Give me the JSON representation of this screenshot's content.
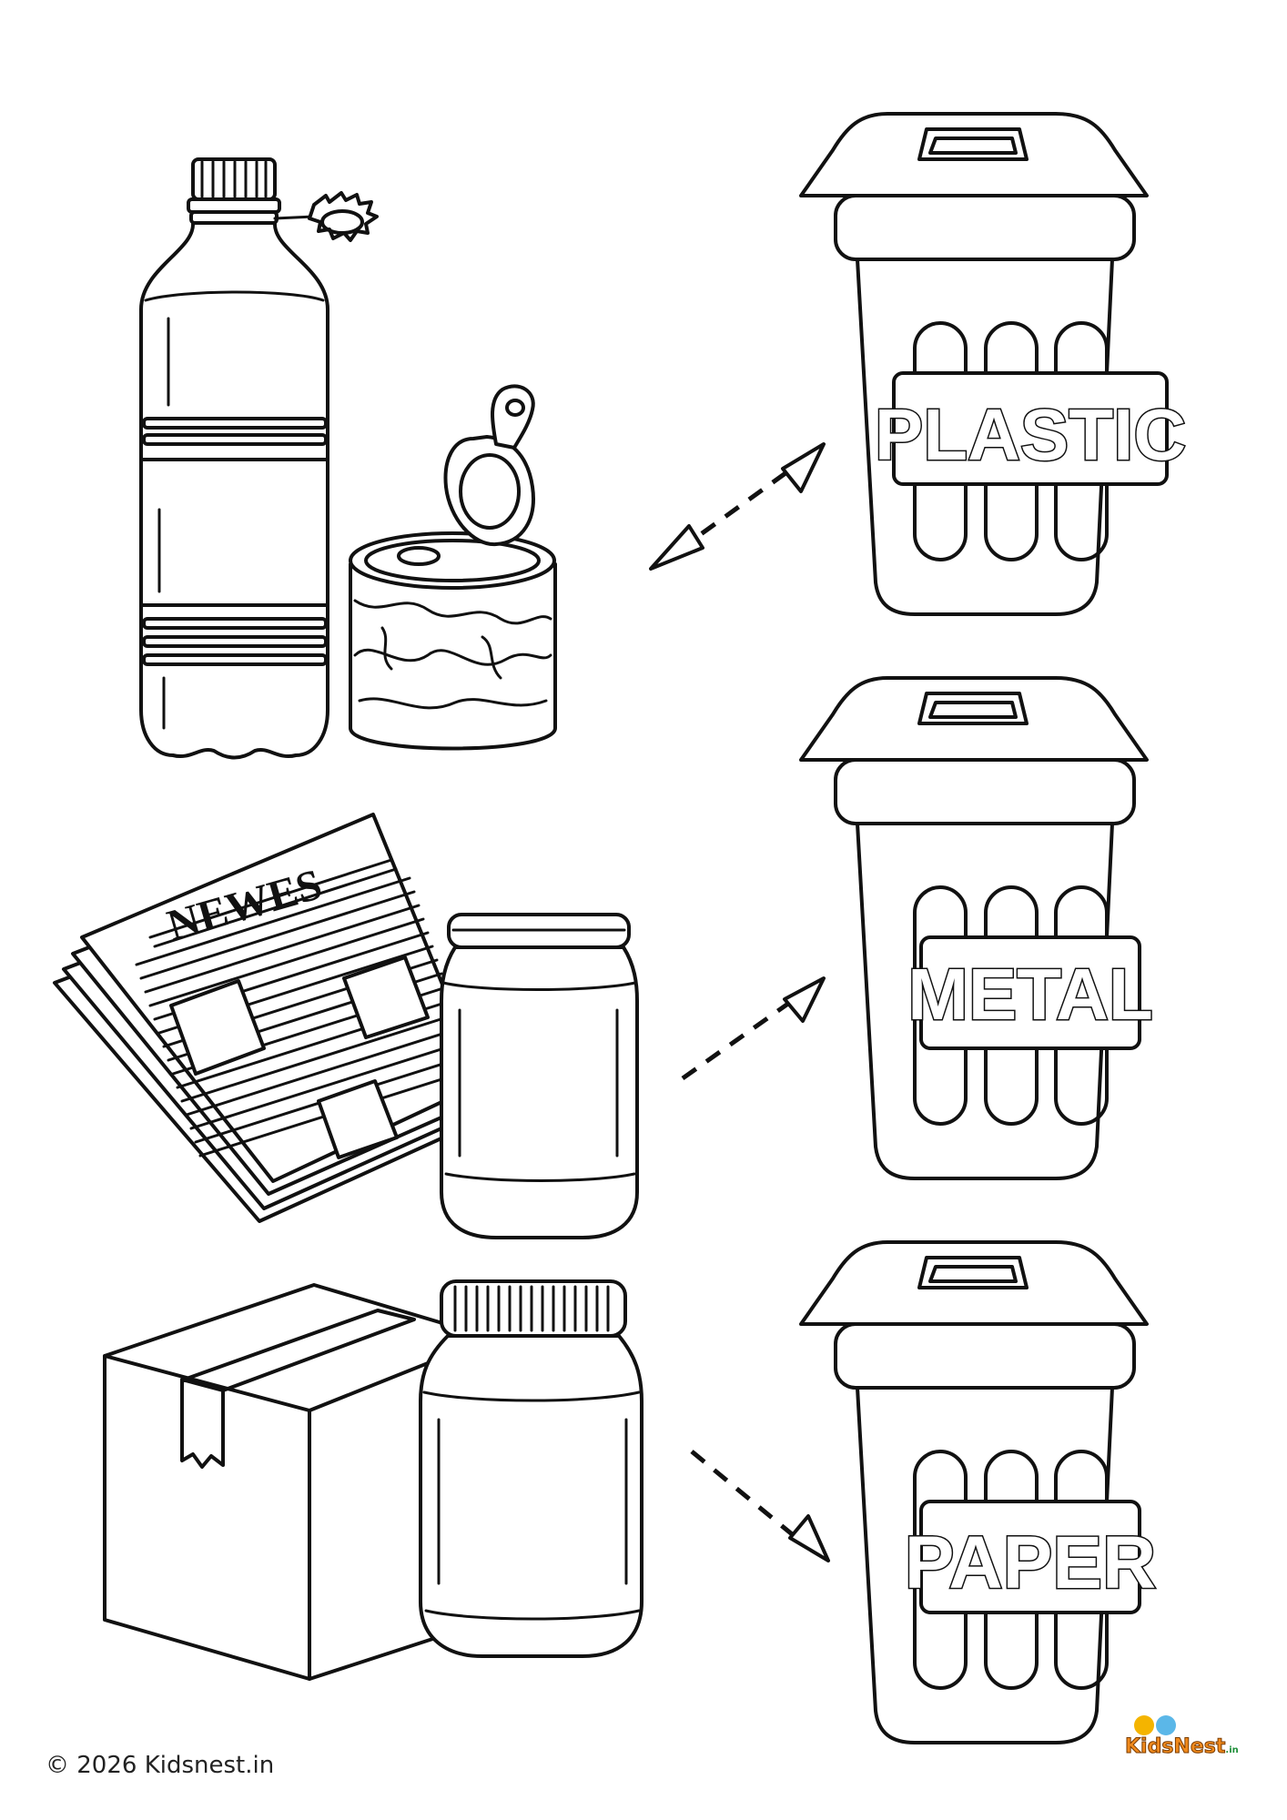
{
  "bins": [
    {
      "label": "PLASTIC"
    },
    {
      "label": "METAL"
    },
    {
      "label": "PAPER"
    }
  ],
  "items": {
    "newspaper_title": "NEWES"
  },
  "footer": {
    "copyright": "© 2026 Kidsnest.in",
    "logo_text": "KidsNest",
    "logo_suffix": ".in"
  }
}
